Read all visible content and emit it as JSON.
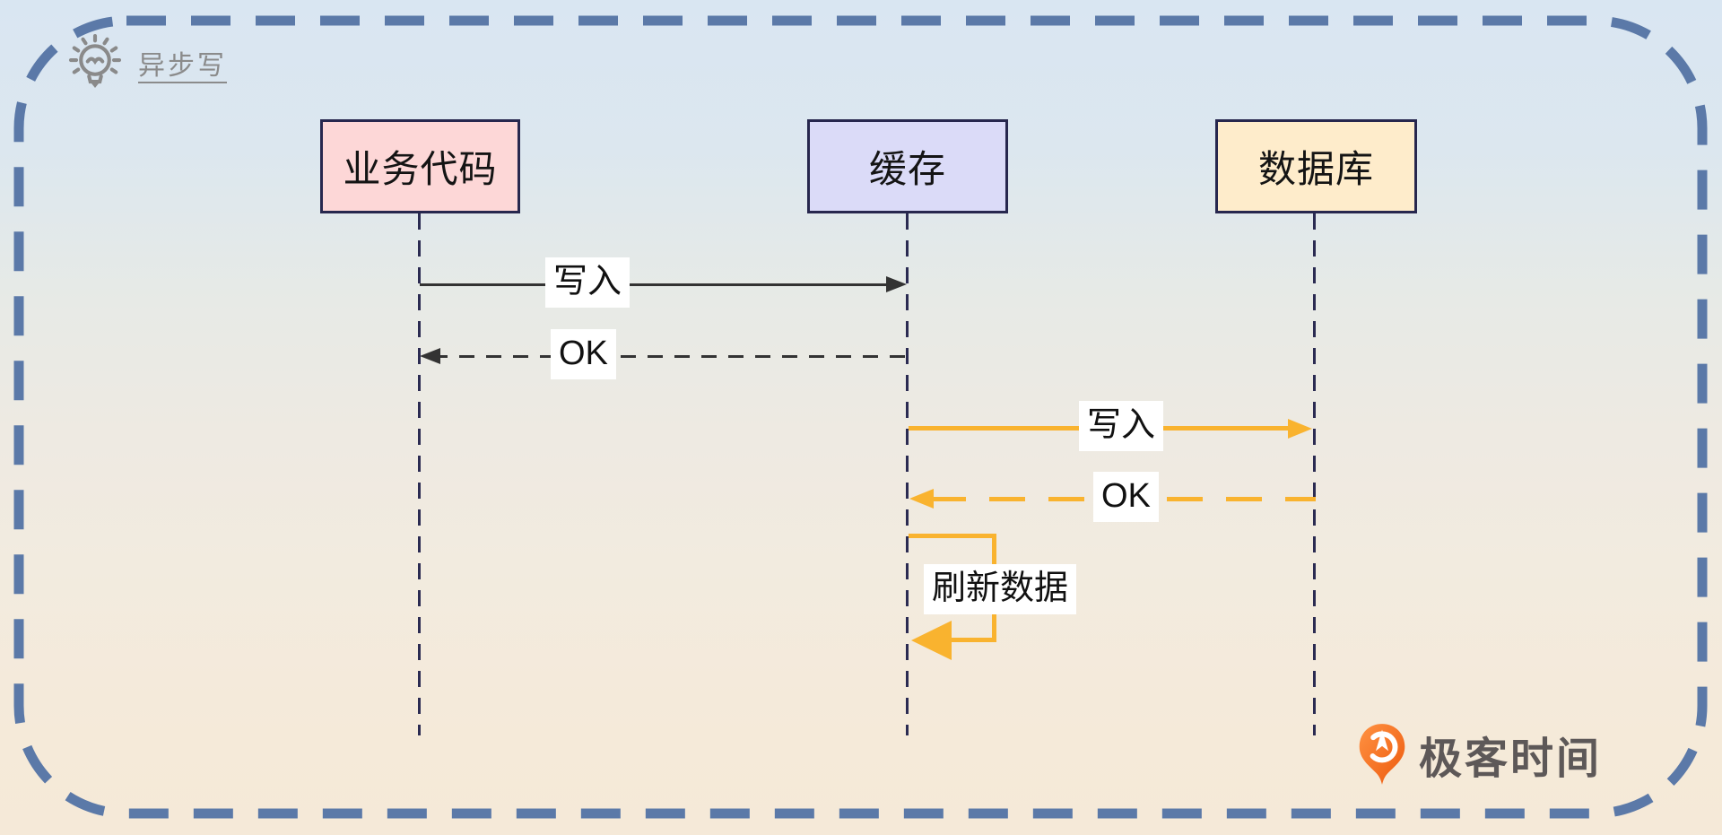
{
  "title": {
    "label": "异步写",
    "icon": "lightbulb-icon"
  },
  "actors": [
    {
      "label": "业务代码",
      "bg": "#fdd7d7"
    },
    {
      "label": "缓存",
      "bg": "#dbdbf8"
    },
    {
      "label": "数据库",
      "bg": "#feeccb"
    }
  ],
  "messages": [
    {
      "label": "写入",
      "from": "业务代码",
      "to": "缓存",
      "line": "solid",
      "color": "#333333"
    },
    {
      "label": "OK",
      "from": "缓存",
      "to": "业务代码",
      "line": "dashed",
      "color": "#333333"
    },
    {
      "label": "写入",
      "from": "缓存",
      "to": "数据库",
      "line": "solid",
      "color": "#f9b32f"
    },
    {
      "label": "OK",
      "from": "数据库",
      "to": "缓存",
      "line": "dashed",
      "color": "#f9b32f"
    },
    {
      "label": "刷新数据",
      "from": "缓存",
      "to": "缓存",
      "line": "self-loop",
      "color": "#f9b32f"
    }
  ],
  "brand": {
    "label": "极客时间"
  },
  "colors": {
    "outer_border": "#5b79a8",
    "lifeline": "#2b2b52",
    "black_arrow": "#333333",
    "orange_arrow": "#f9b32f",
    "actor_border": "#27274e",
    "bg_top": "#d9e6f2",
    "bg_bottom": "#f5e9d8",
    "brand_orange": "#f2641c",
    "title_gray": "#8b8b8b"
  }
}
